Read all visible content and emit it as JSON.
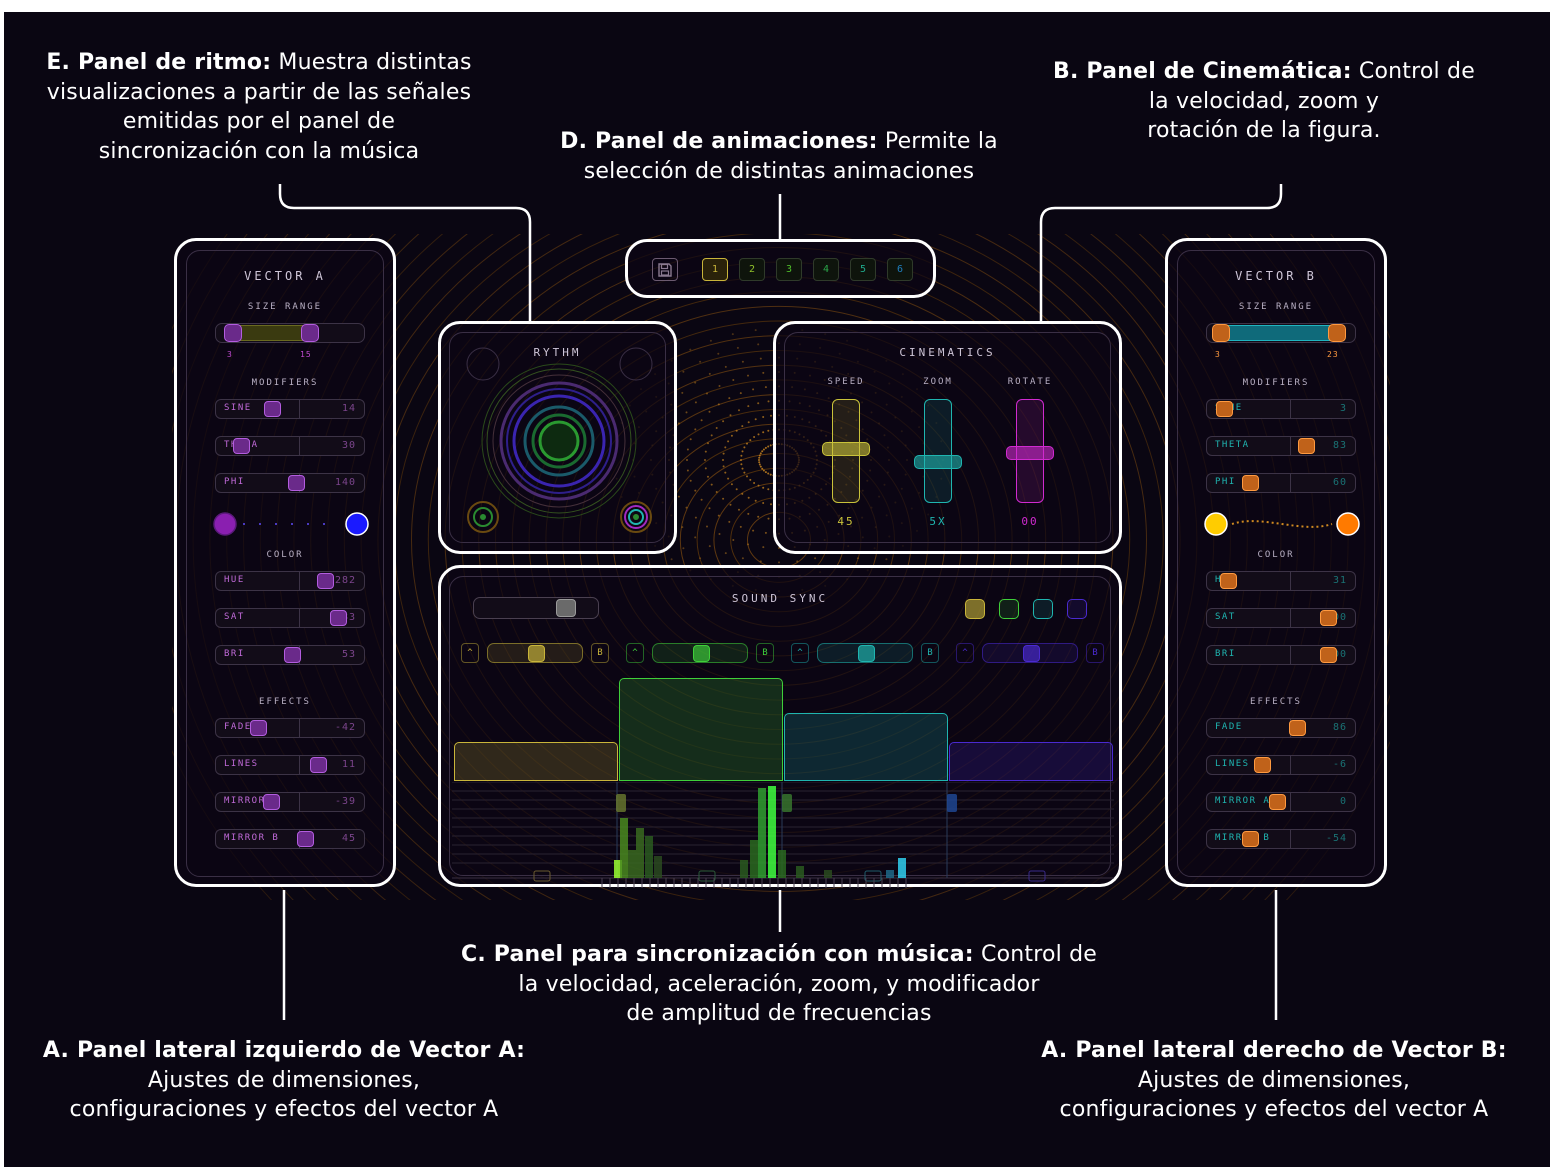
{
  "annotations": {
    "e": {
      "title": "E. Panel de ritmo:",
      "lines": [
        " Muestra distintas",
        "visualizaciones a partir de las señales",
        "emitidas por el panel de",
        "sincronización con la música"
      ]
    },
    "d": {
      "title": "D. Panel de animaciones:",
      "lines": [
        " Permite la",
        "selección de distintas animaciones"
      ]
    },
    "b": {
      "title": "B. Panel de Cinemática:",
      "lines": [
        " Control de",
        "la velocidad, zoom y",
        "rotación de la figura."
      ]
    },
    "c": {
      "title": "C. Panel para sincronización con música:",
      "lines": [
        " Control de",
        "la velocidad, aceleración, zoom, y modificador",
        "de amplitud de frecuencias"
      ]
    },
    "a_left": {
      "title": "A. Panel lateral izquierdo de Vector A:",
      "lines": [
        "Ajustes de dimensiones,",
        "configuraciones y efectos del vector A"
      ]
    },
    "a_right": {
      "title": "A. Panel lateral derecho de Vector B:",
      "lines": [
        "Ajustes de dimensiones,",
        "configuraciones y efectos del vector A"
      ]
    }
  },
  "toolbar": {
    "save_icon": "floppy-disk-icon",
    "presets": [
      {
        "label": "1",
        "color": "#c9b53a"
      },
      {
        "label": "2",
        "color": "#8fbf2a"
      },
      {
        "label": "3",
        "color": "#4fbf2a"
      },
      {
        "label": "4",
        "color": "#2aa84a"
      },
      {
        "label": "5",
        "color": "#1fa88a"
      },
      {
        "label": "6",
        "color": "#1f7fbf"
      }
    ]
  },
  "vector_a": {
    "title": "VECTOR A",
    "size_range_label": "SIZE RANGE",
    "size_min": "3",
    "size_max": "15",
    "size_range_fraction": [
      0.12,
      0.62
    ],
    "modifiers_label": "MODIFIERS",
    "modifiers": [
      {
        "label": "SINE",
        "value": "14",
        "knob": 0.37
      },
      {
        "label": "THETA",
        "value": "30",
        "knob": 0.13
      },
      {
        "label": "PHI",
        "value": "140",
        "knob": 0.55
      }
    ],
    "color_label": "COLOR",
    "colors": [
      {
        "label": "HUE",
        "value": "282",
        "knob": 0.78
      },
      {
        "label": "SAT",
        "value": "83",
        "knob": 0.88
      },
      {
        "label": "BRI",
        "value": "53",
        "knob": 0.52
      }
    ],
    "effects_label": "EFFECTS",
    "effects": [
      {
        "label": "FADE",
        "value": "-42",
        "knob": 0.26
      },
      {
        "label": "LINES",
        "value": "11",
        "knob": 0.72
      },
      {
        "label": "MIRROR A",
        "value": "-39",
        "knob": 0.36
      },
      {
        "label": "MIRROR B",
        "value": "45",
        "knob": 0.62
      }
    ],
    "gradient_start": "#8a1fb0",
    "gradient_end": "#1a1aff",
    "accent": "#b35ddf",
    "label_color": "#c06ad8"
  },
  "vector_b": {
    "title": "VECTOR B",
    "size_range_label": "SIZE RANGE",
    "size_min": "3",
    "size_max": "23",
    "size_range_fraction": [
      0.1,
      0.86
    ],
    "modifiers_label": "MODIFIERS",
    "modifiers": [
      {
        "label": "SINE",
        "value": "3",
        "knob": 0.07
      },
      {
        "label": "THETA",
        "value": "83",
        "knob": 0.7
      },
      {
        "label": "PHI",
        "value": "60",
        "knob": 0.27
      }
    ],
    "color_label": "COLOR",
    "colors": [
      {
        "label": "HUE",
        "value": "31",
        "knob": 0.1
      },
      {
        "label": "SAT",
        "value": "100",
        "knob": 0.87
      },
      {
        "label": "BRI",
        "value": "100",
        "knob": 0.87
      }
    ],
    "effects_label": "EFFECTS",
    "effects": [
      {
        "label": "FADE",
        "value": "86",
        "knob": 0.63
      },
      {
        "label": "LINES",
        "value": "-6",
        "knob": 0.36
      },
      {
        "label": "MIRROR A",
        "value": "0",
        "knob": 0.48
      },
      {
        "label": "MIRROR B",
        "value": "-54",
        "knob": 0.27
      }
    ],
    "gradient_start": "#ffcc00",
    "gradient_end": "#ff7a00",
    "accent": "#ff9a40",
    "label_color": "#1fb5b0"
  },
  "rhythm": {
    "title": "RYTHM"
  },
  "cinematics": {
    "title": "CINEMATICS",
    "sliders": [
      {
        "label": "SPEED",
        "value": "45",
        "level": 0.52,
        "color": "#c9c23a"
      },
      {
        "label": "ZOOM",
        "value": "5X",
        "level": 0.38,
        "color": "#1fb5b0"
      },
      {
        "label": "ROTATE",
        "value": "00",
        "level": 0.48,
        "color": "#d02ad0"
      }
    ]
  },
  "sound_sync": {
    "title": "SOUND SYNC",
    "bands": [
      {
        "color": "#c9b53a",
        "level": 0.38,
        "knob": 0.5
      },
      {
        "color": "#3fcf3a",
        "level": 1.0,
        "knob": 0.5
      },
      {
        "color": "#1fb5b0",
        "level": 0.66,
        "knob": 0.5
      },
      {
        "color": "#4a2ad0",
        "level": 0.38,
        "knob": 0.5
      }
    ]
  }
}
